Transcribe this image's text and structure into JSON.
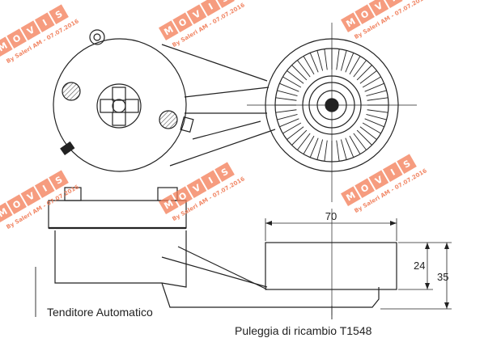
{
  "labels": {
    "dim_70": "70",
    "dim_24": "24",
    "dim_35": "35",
    "tensioner": "Tenditore Automatico",
    "pulley": "Puleggia di ricambio T1548"
  },
  "watermark": {
    "brand": "MOVIS",
    "tagline": "By Saleri AM - 07.07.2016",
    "color": "#f27d57"
  },
  "colors": {
    "line": "#222222",
    "hatch": "#555555",
    "background": "#ffffff"
  }
}
